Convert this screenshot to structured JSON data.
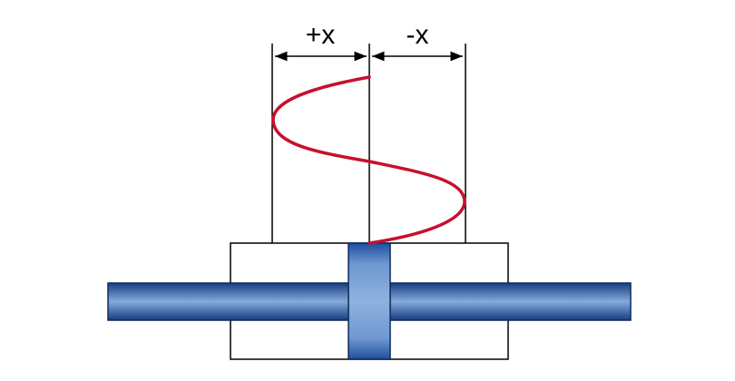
{
  "labels": {
    "positive_displacement": "+x",
    "negative_displacement": "-x"
  },
  "colors": {
    "wave": "#c8102e",
    "shaft_dark": "#1f4e9c",
    "shaft_light": "#7fa6d8",
    "outline": "#000000",
    "background": "#ffffff"
  },
  "icons": {
    "dimension_arrow": "arrow-both-ends"
  }
}
